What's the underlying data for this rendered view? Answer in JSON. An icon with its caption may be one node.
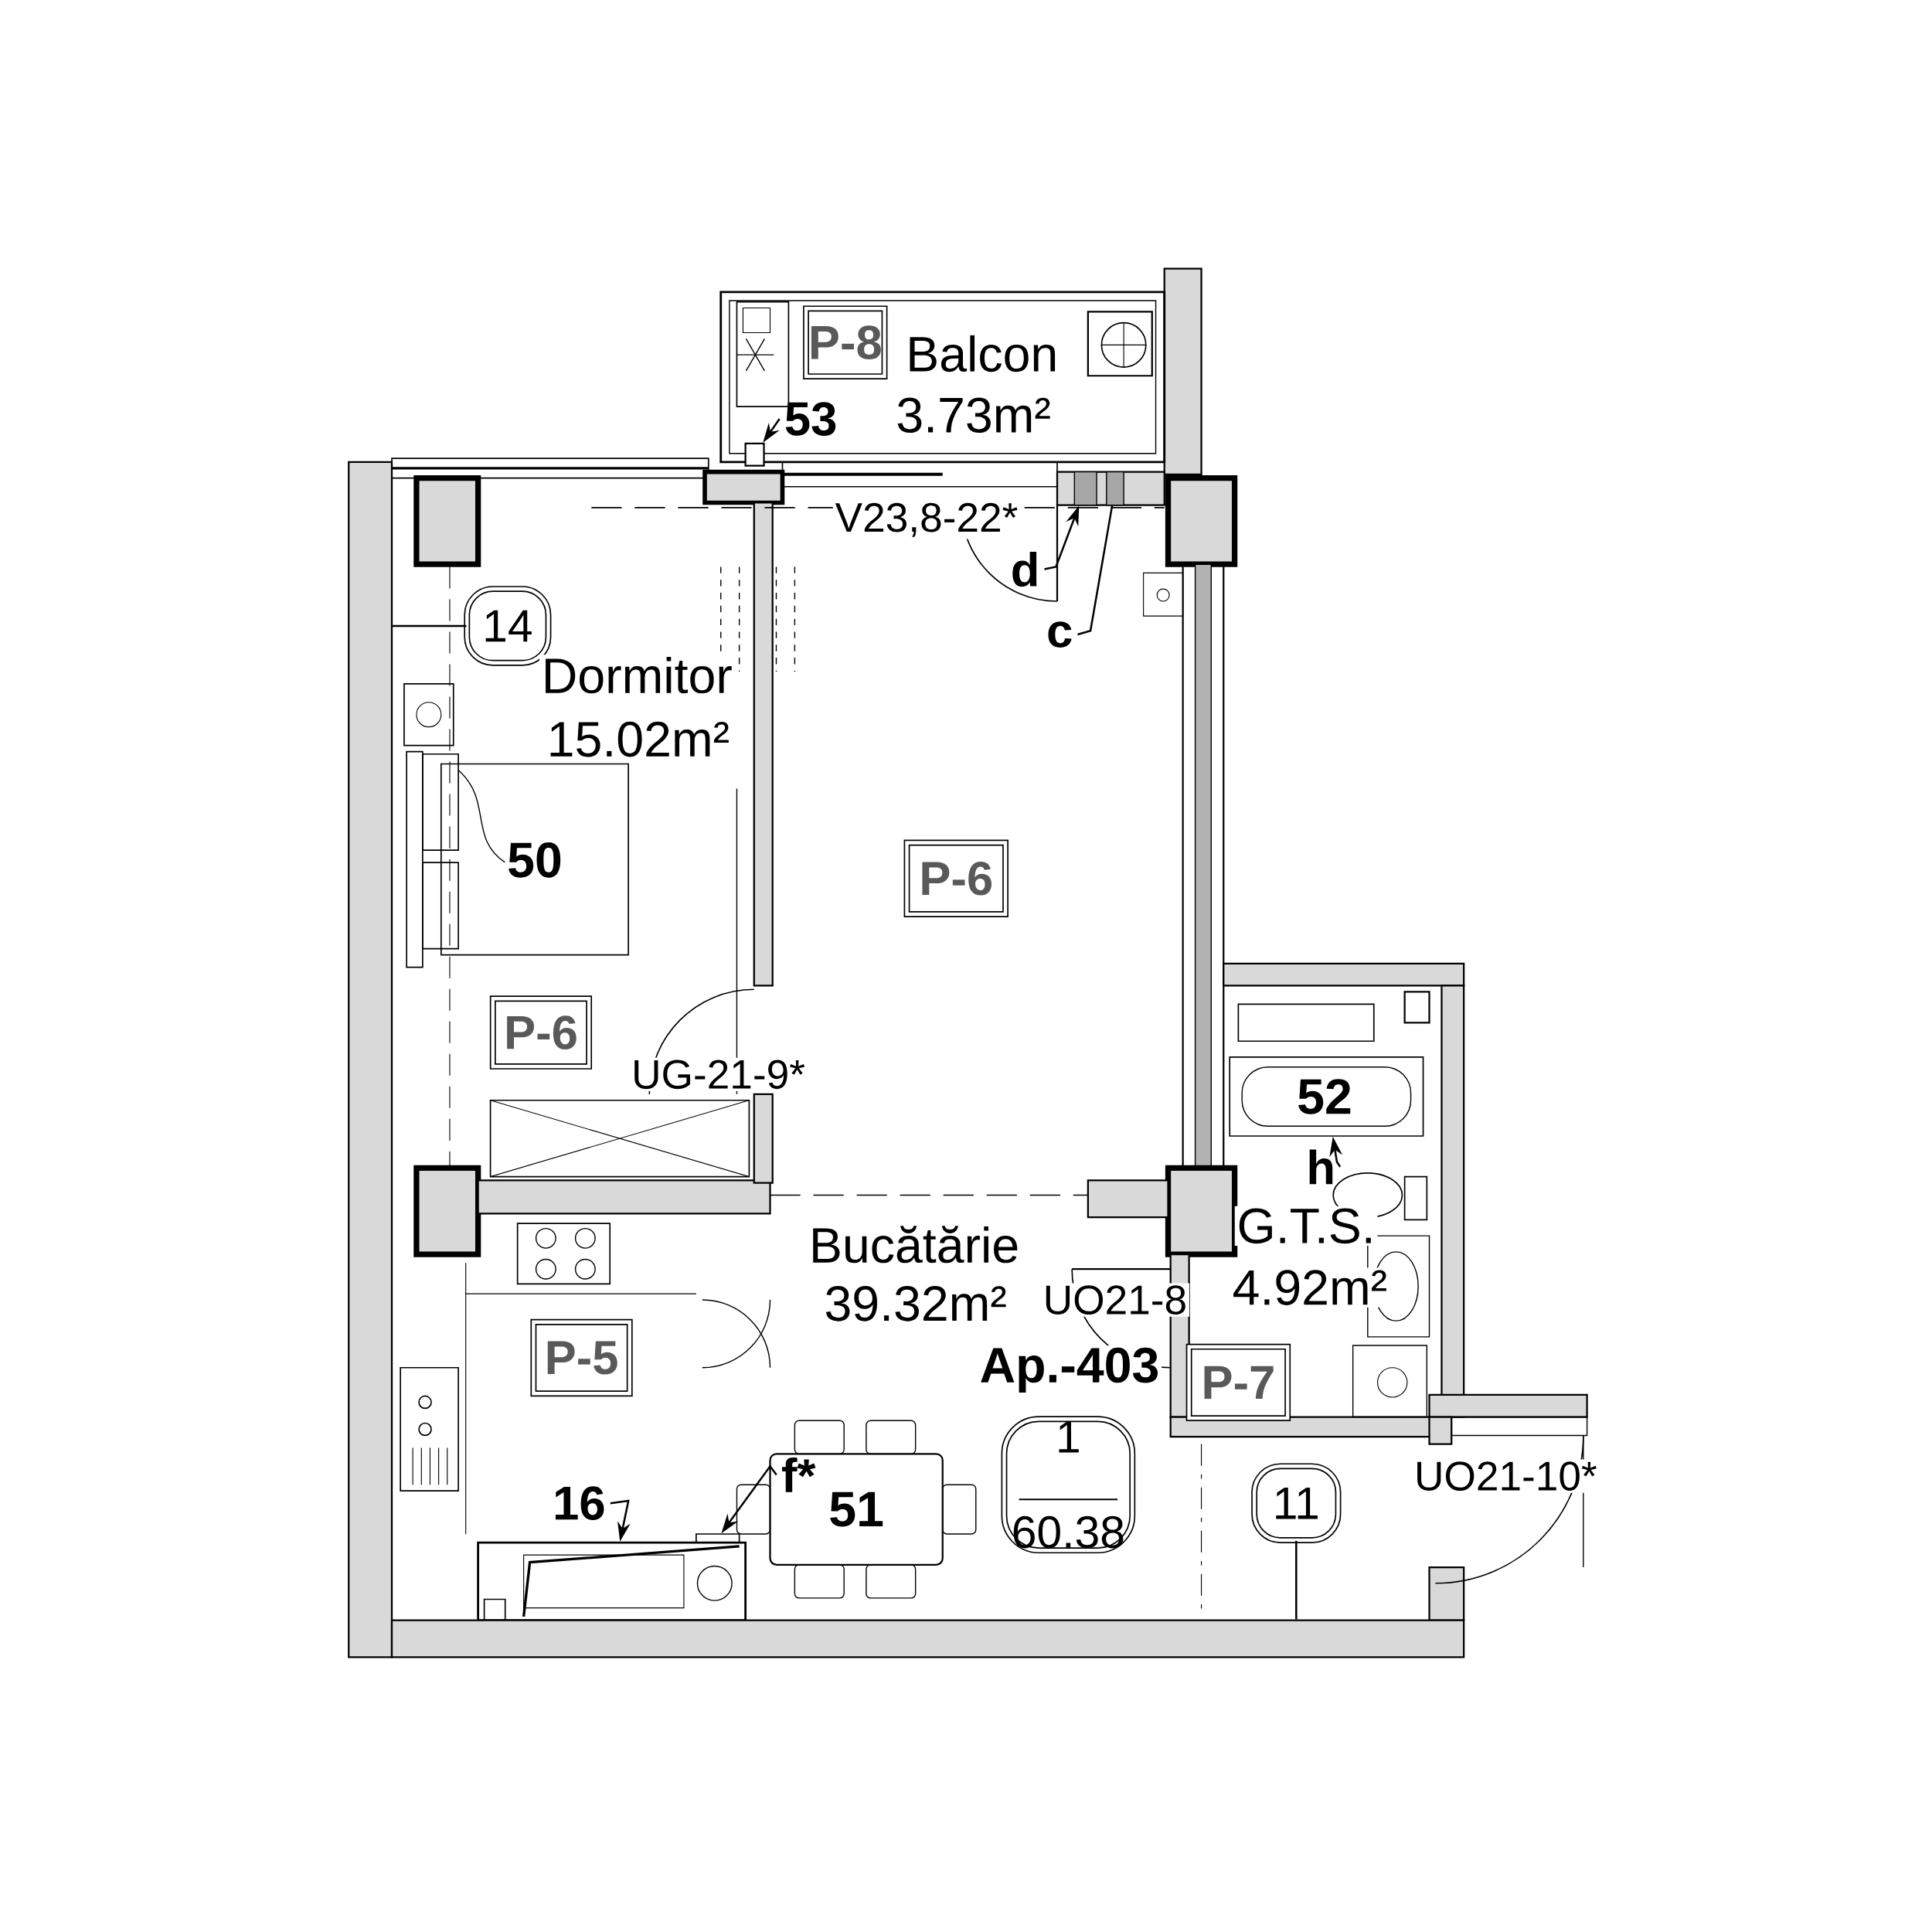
{
  "diagram": {
    "nodes": [
      {
        "text": [
          "P-8"
        ]
      },
      {
        "text": [
          "P-6"
        ]
      },
      {
        "text": [
          "P-6"
        ]
      },
      {
        "text": [
          "P-5"
        ]
      },
      {
        "text": [
          "P-7"
        ]
      },
      {
        "text": [
          "14"
        ]
      },
      {
        "text": [
          "11"
        ]
      },
      {
        "text": [
          "1",
          "60.38"
        ]
      },
      {
        "text": [
          "53"
        ]
      },
      {
        "text": [
          "d"
        ]
      },
      {
        "text": [
          "c"
        ]
      },
      {
        "text": [
          "h"
        ]
      },
      {
        "text": [
          "16"
        ]
      },
      {
        "text": [
          "f*"
        ]
      },
      {
        "text": [],
        "shape": "box"
      },
      {
        "text": [],
        "shape": "box"
      },
      {
        "text": [],
        "shape": "box"
      },
      {
        "text": [],
        "shape": "box"
      },
      {
        "text": [],
        "shape": "box"
      },
      {
        "text": [],
        "shape": "box"
      },
      {
        "text": [],
        "shape": "bar"
      },
      {
        "text": [],
        "shape": "bar"
      },
      {
        "text": [],
        "shape": "box"
      }
    ],
    "edges": [
      {
        "from": 8,
        "to": 14,
        "arrow": "to"
      },
      {
        "from": 9,
        "to": 15,
        "arrow": "to"
      },
      {
        "from": 10,
        "to": 16,
        "arrow": "none"
      },
      {
        "from": 11,
        "to": 17,
        "arrow": "to"
      },
      {
        "from": 12,
        "to": 18,
        "arrow": "to"
      },
      {
        "from": 13,
        "to": 19,
        "arrow": "to"
      },
      {
        "from": 5,
        "to": 20,
        "arrow": "none"
      },
      {
        "from": 6,
        "to": 21,
        "arrow": "none"
      }
    ],
    "labels": [
      "Balcon",
      "3.73m²",
      "V23,8-22*",
      "Dormitor",
      "15.02m²",
      "50",
      "UG-21-9*",
      "52",
      "Bucătărie",
      "G.T.S.",
      "39.32m²",
      "4.92m²",
      "UO21-8",
      "Ap.-403",
      "51",
      "UO21-10*"
    ]
  }
}
